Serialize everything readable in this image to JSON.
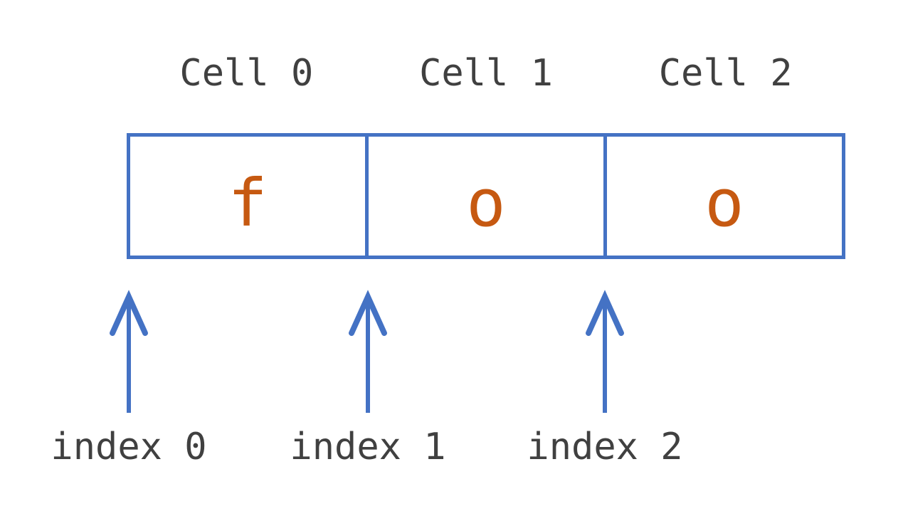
{
  "diagram": {
    "type": "string-indexing-diagram",
    "string_value": "foo",
    "cells": [
      {
        "label": "Cell 0",
        "value": "f",
        "index_label": "index 0"
      },
      {
        "label": "Cell 1",
        "value": "o",
        "index_label": "index 1"
      },
      {
        "label": "Cell 2",
        "value": "o",
        "index_label": "index 2"
      }
    ],
    "colors": {
      "canvas_bg": "#ffffff",
      "box_border": "#4472c4",
      "arrow": "#4472c4",
      "cell_value": "#c65911",
      "label_text": "#404040"
    }
  }
}
